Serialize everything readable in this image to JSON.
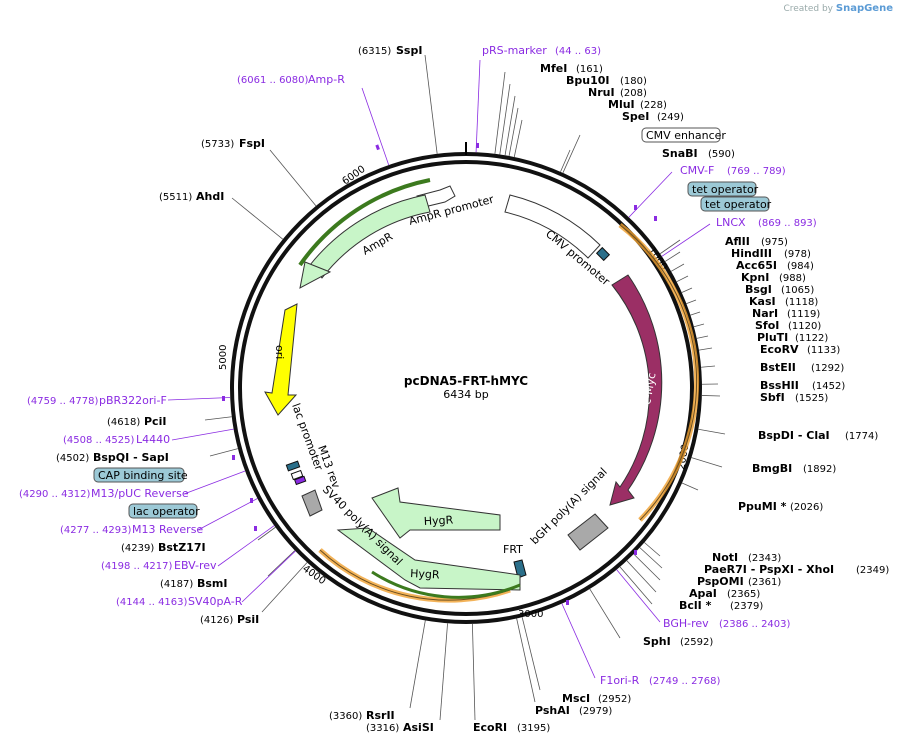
{
  "brand": {
    "prefix": "Created by",
    "name": "SnapGene"
  },
  "plasmid": {
    "name": "pcDNA5-FRT-hMYC",
    "length": "6434 bp"
  },
  "ticks": [
    "1000",
    "2000",
    "3000",
    "4000",
    "5000",
    "6000"
  ],
  "enzymes": [
    {
      "name": "SspI",
      "pos": "(6315)"
    },
    {
      "name": "MfeI",
      "pos": "(161)"
    },
    {
      "name": "Bpu10I",
      "pos": "(180)"
    },
    {
      "name": "NruI",
      "pos": "(208)"
    },
    {
      "name": "MluI",
      "pos": "(228)"
    },
    {
      "name": "SpeI",
      "pos": "(249)"
    },
    {
      "name": "SnaBI",
      "pos": "(590)"
    },
    {
      "name": "AflII",
      "pos": "(975)"
    },
    {
      "name": "HindIII",
      "pos": "(978)"
    },
    {
      "name": "Acc65I",
      "pos": "(984)"
    },
    {
      "name": "KpnI",
      "pos": "(988)"
    },
    {
      "name": "BsgI",
      "pos": "(1065)"
    },
    {
      "name": "KasI",
      "pos": "(1118)"
    },
    {
      "name": "NarI",
      "pos": "(1119)"
    },
    {
      "name": "SfoI",
      "pos": "(1120)"
    },
    {
      "name": "PluTI",
      "pos": "(1122)"
    },
    {
      "name": "EcoRV",
      "pos": "(1133)"
    },
    {
      "name": "BstEII",
      "pos": "(1292)"
    },
    {
      "name": "BssHII",
      "pos": "(1452)"
    },
    {
      "name": "SbfI",
      "pos": "(1525)"
    },
    {
      "name": "BspDI - ClaI",
      "pos": "(1774)"
    },
    {
      "name": "BmgBI",
      "pos": "(1892)"
    },
    {
      "name": "PpuMI *",
      "pos": "(2026)"
    },
    {
      "name": "NotI",
      "pos": "(2343)"
    },
    {
      "name": "PaeR7I - PspXI - XhoI",
      "pos": "(2349)"
    },
    {
      "name": "PspOMI",
      "pos": "(2361)"
    },
    {
      "name": "ApaI",
      "pos": "(2365)"
    },
    {
      "name": "BclI *",
      "pos": "(2379)"
    },
    {
      "name": "SphI",
      "pos": "(2592)"
    },
    {
      "name": "MscI",
      "pos": "(2952)"
    },
    {
      "name": "PshAI",
      "pos": "(2979)"
    },
    {
      "name": "EcoRI",
      "pos": "(3195)"
    },
    {
      "name": "AsiSI",
      "pos": "(3316)"
    },
    {
      "name": "RsrII",
      "pos": "(3360)"
    },
    {
      "name": "PsiI",
      "pos": "(4126)"
    },
    {
      "name": "BsmI",
      "pos": "(4187)"
    },
    {
      "name": "BstZ17I",
      "pos": "(4239)"
    },
    {
      "name": "BspQI - SapI",
      "pos": "(4502)"
    },
    {
      "name": "PciI",
      "pos": "(4618)"
    },
    {
      "name": "AhdI",
      "pos": "(5511)"
    },
    {
      "name": "FspI",
      "pos": "(5733)"
    }
  ],
  "primers": [
    {
      "name": "pRS-marker",
      "range": "(44 .. 63)"
    },
    {
      "name": "Amp-R",
      "range": "(6061 .. 6080)"
    },
    {
      "name": "CMV-F",
      "range": "(769 .. 789)"
    },
    {
      "name": "LNCX",
      "range": "(869 .. 893)"
    },
    {
      "name": "BGH-rev",
      "range": "(2386 .. 2403)"
    },
    {
      "name": "F1ori-R",
      "range": "(2749 .. 2768)"
    },
    {
      "name": "pBR322ori-F",
      "range": "(4759 .. 4778)"
    },
    {
      "name": "L4440",
      "range": "(4508 .. 4525)"
    },
    {
      "name": "M13/pUC Reverse",
      "range": "(4290 .. 4312)"
    },
    {
      "name": "M13 Reverse",
      "range": "(4277 .. 4293)"
    },
    {
      "name": "EBV-rev",
      "range": "(4198 .. 4217)"
    },
    {
      "name": "SV40pA-R",
      "range": "(4144 .. 4163)"
    }
  ],
  "boxed": [
    "CMV enhancer",
    "tet operator",
    "tet operator",
    "CAP binding site",
    "lac operator"
  ],
  "features": {
    "ampr_promoter": "AmpR promoter",
    "ampr": "AmpR",
    "ori": "ori",
    "cmv_promoter": "CMV promoter",
    "cmyc": "c-Myc",
    "bgh": "bGH poly(A) signal",
    "frt": "FRT",
    "hygr1": "HygR",
    "hygr2": "HygR",
    "sv40": "SV40 poly(A) signal",
    "lac_promoter": "lac promoter",
    "m13rev": "M13 rev"
  },
  "colors": {
    "backbone": "#000000",
    "primer": "#8a2be2",
    "ampr": "#c8f5c8",
    "ori": "#ffff00",
    "cmyc": "#9b2f65",
    "orf_arrow": "#f0a030",
    "boxed_fill": "#9cc9d6",
    "cmv": "#ffffff",
    "polyA": "#a9a9a9",
    "frt": "#2b6f8a"
  }
}
